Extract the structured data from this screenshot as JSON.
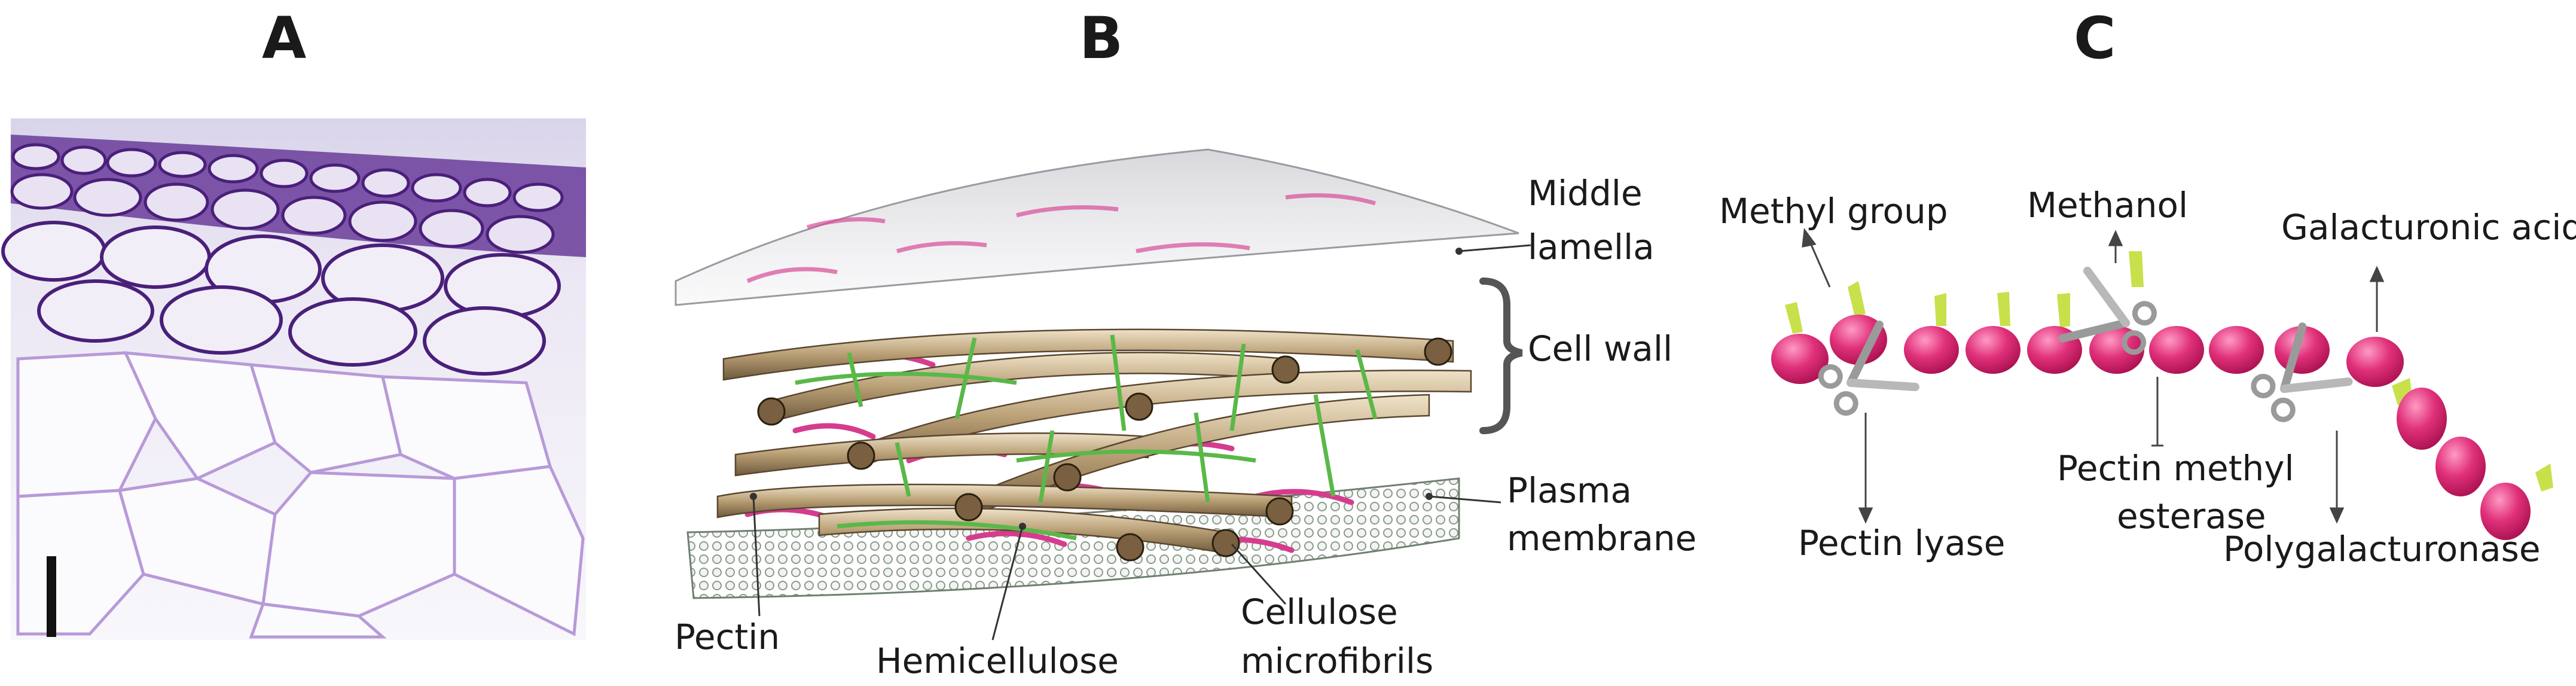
{
  "panels": {
    "a": {
      "letter": "A"
    },
    "b": {
      "letter": "B"
    },
    "c": {
      "letter": "C"
    }
  },
  "panel_b_labels": {
    "middle_lamella_line1": "Middle",
    "middle_lamella_line2": "lamella",
    "cell_wall": "Cell wall",
    "plasma_membrane_line1": "Plasma",
    "plasma_membrane_line2": "membrane",
    "pectin": "Pectin",
    "hemicellulose": "Hemicellulose",
    "cellulose_line1": "Cellulose",
    "cellulose_line2": "microfibrils"
  },
  "panel_c_labels": {
    "methyl_group": "Methyl group",
    "methanol": "Methanol",
    "galacturonic_acid": "Galacturonic acid",
    "pectin_lyase": "Pectin lyase",
    "pectin_methyl_esterase_line1": "Pectin methyl",
    "pectin_methyl_esterase_line2": "esterase",
    "polygalacturonase": "Polygalacturonase"
  },
  "colors": {
    "stain_purple": "#5b2a8c",
    "cell_outline": "#b79ad8",
    "fibril": "#b8a07a",
    "hemicellulose_green": "#5ab848",
    "pectin_pink": "#d63c8e",
    "bead_magenta": "#e0307a",
    "methyl_yellow": "#c8e04a",
    "scissors_grey": "#9a9a9a"
  },
  "icons": {
    "scissors": "scissors-icon"
  }
}
